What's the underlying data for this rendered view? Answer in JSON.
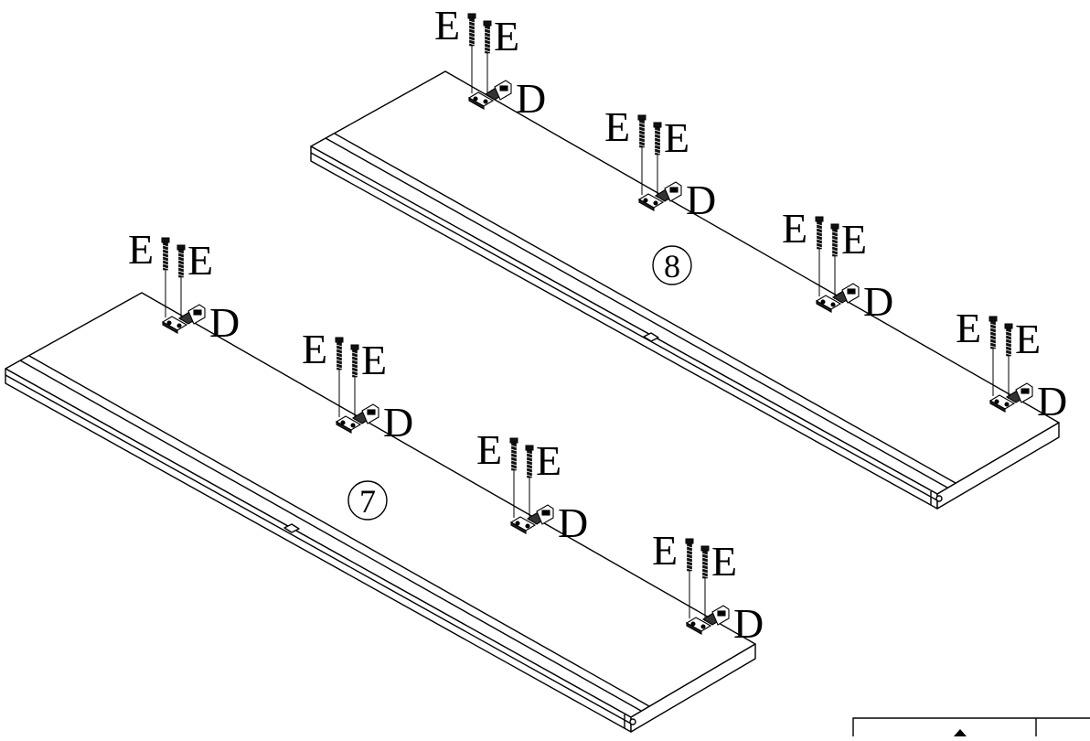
{
  "panels": [
    {
      "number": "7",
      "hinges": [
        {
          "screw_left": "E",
          "screw_right": "E",
          "hinge": "D"
        },
        {
          "screw_left": "E",
          "screw_right": "E",
          "hinge": "D"
        },
        {
          "screw_left": "E",
          "screw_right": "E",
          "hinge": "D"
        },
        {
          "screw_left": "E",
          "screw_right": "E",
          "hinge": "D"
        }
      ]
    },
    {
      "number": "8",
      "hinges": [
        {
          "screw_left": "E",
          "screw_right": "E",
          "hinge": "D"
        },
        {
          "screw_left": "E",
          "screw_right": "E",
          "hinge": "D"
        },
        {
          "screw_left": "E",
          "screw_right": "E",
          "hinge": "D"
        },
        {
          "screw_left": "E",
          "screw_right": "E",
          "hinge": "D"
        }
      ]
    }
  ],
  "colors": {
    "line": "#000000",
    "fill": "#ffffff",
    "hardware": "#1a1a1a"
  }
}
